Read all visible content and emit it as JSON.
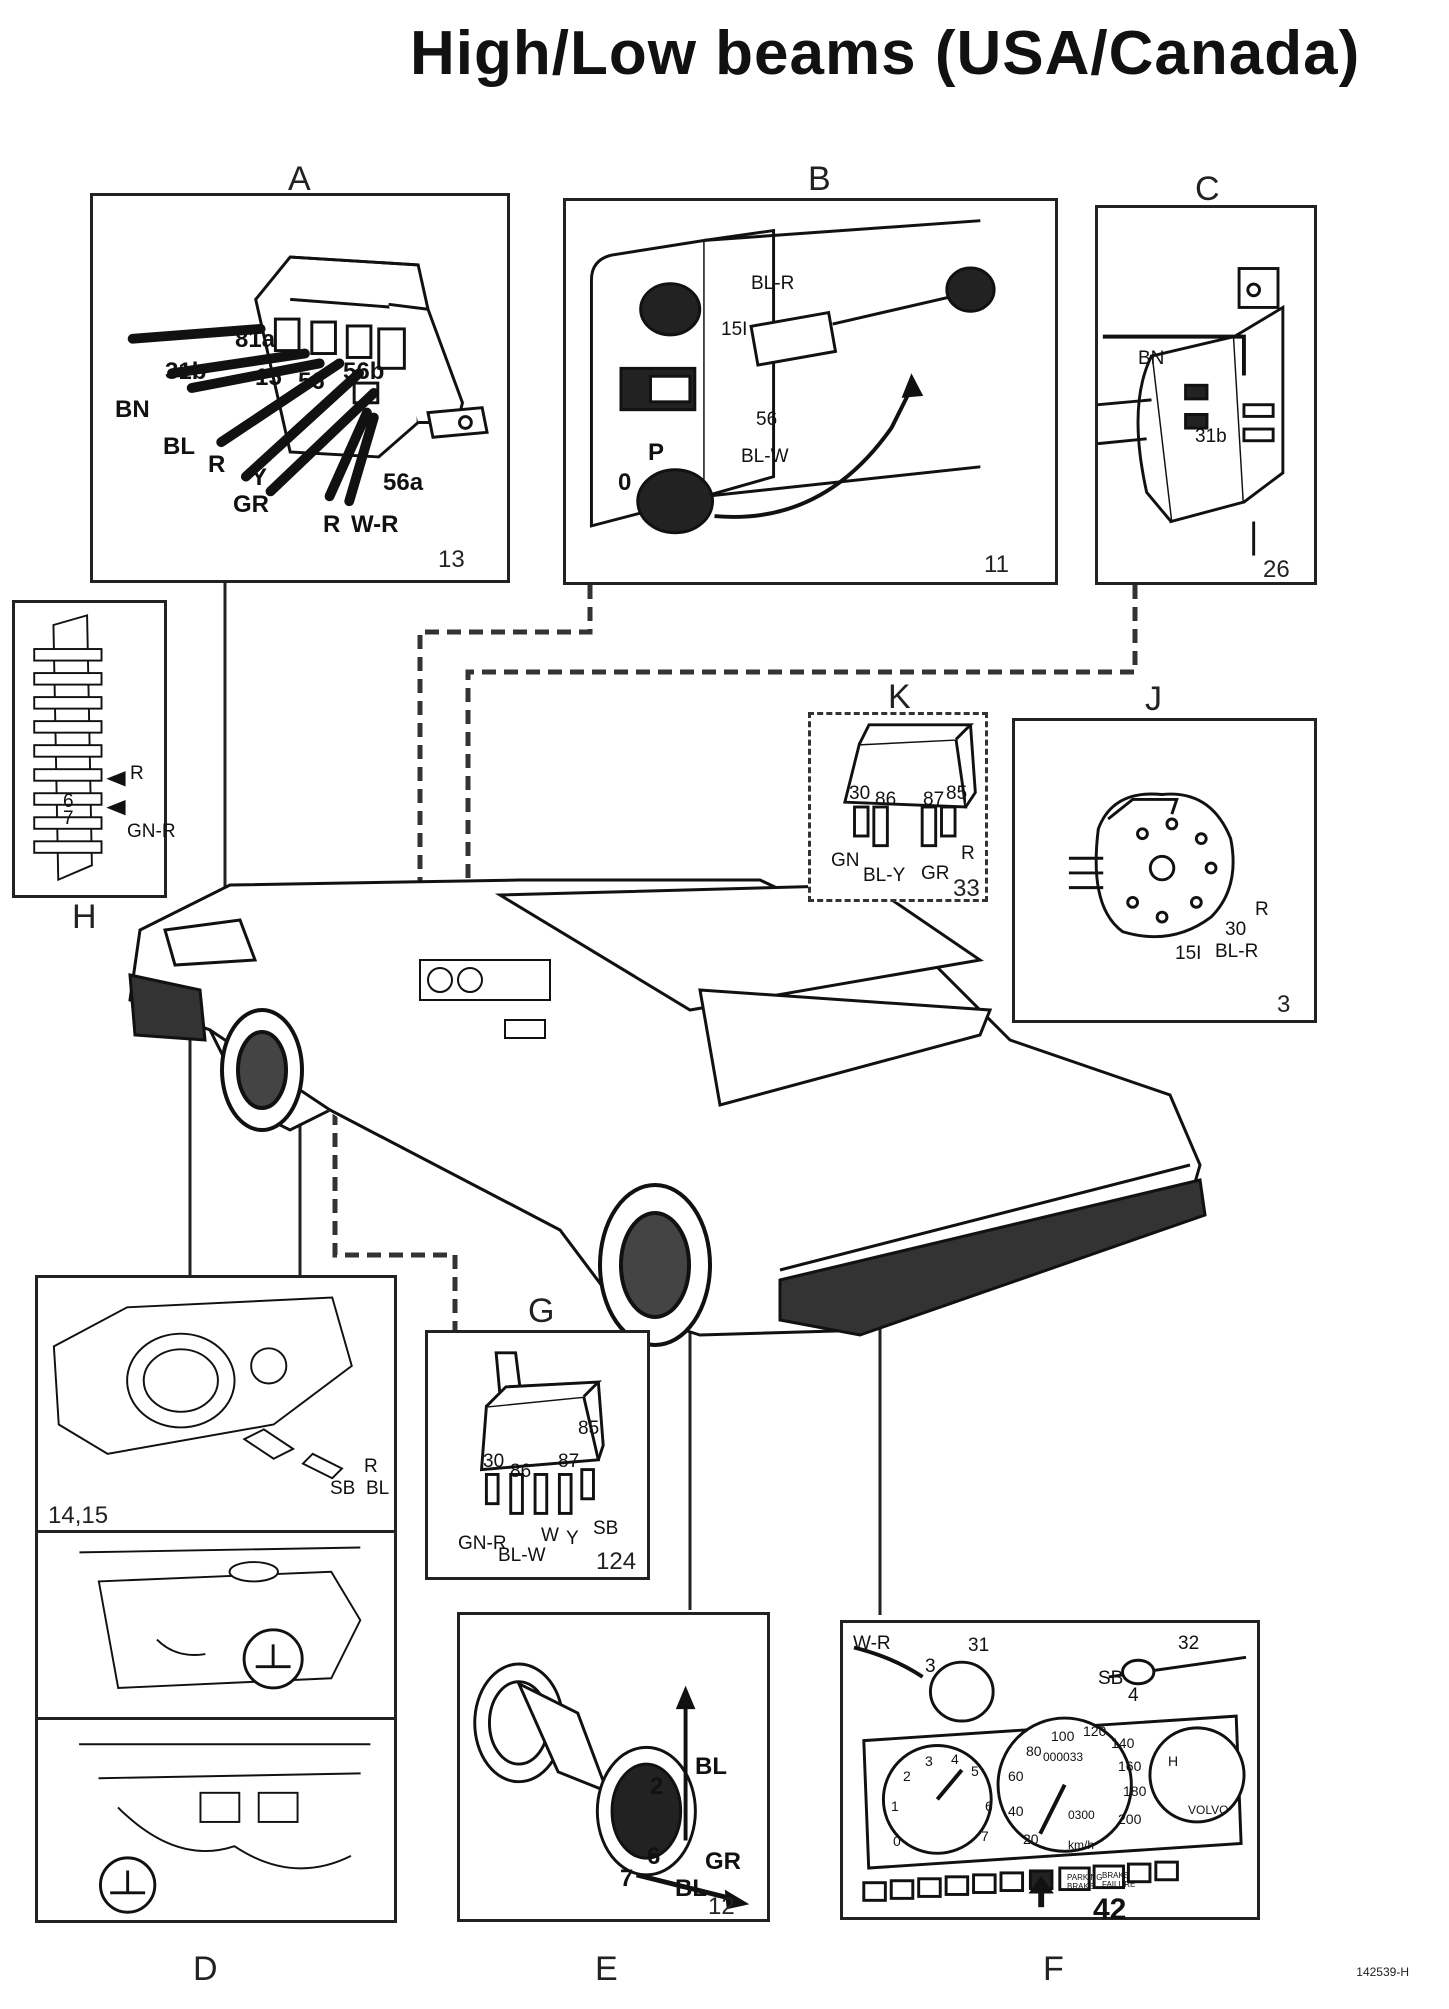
{
  "title": "High/Low beams (USA/Canada)",
  "reference": "142539-H",
  "panels": {
    "A": {
      "letter": "A",
      "number": "13",
      "labels": [
        "81a",
        "31b",
        "15",
        "56",
        "56b",
        "BN",
        "BL",
        "R",
        "Y",
        "GR",
        "56a",
        "R",
        "W-R"
      ]
    },
    "B": {
      "letter": "B",
      "number": "11",
      "labels": [
        "BL-R",
        "15I",
        "56",
        "BL-W",
        "P",
        "0"
      ]
    },
    "C": {
      "letter": "C",
      "number": "26",
      "labels": [
        "BN",
        "31b"
      ]
    },
    "H": {
      "letter": "H",
      "labels": [
        "6",
        "7",
        "R",
        "GN-R"
      ]
    },
    "K": {
      "letter": "K",
      "number": "33",
      "labels": [
        "30",
        "86",
        "87",
        "85",
        "GN",
        "BL-Y",
        "GR",
        "R"
      ]
    },
    "J": {
      "letter": "J",
      "number": "3",
      "labels": [
        "R",
        "30",
        "15I",
        "BL-R"
      ]
    },
    "G": {
      "letter": "G",
      "number": "124",
      "labels": [
        "85",
        "30",
        "86",
        "87",
        "GN-R",
        "BL-W",
        "W",
        "Y",
        "SB"
      ]
    },
    "D": {
      "letter": "D",
      "number": "14,15",
      "labels": [
        "R",
        "SB",
        "BL"
      ]
    },
    "E": {
      "letter": "E",
      "number": "12",
      "labels": [
        "BL",
        "2",
        "6",
        "7",
        "GR",
        "BL"
      ]
    },
    "F": {
      "letter": "F",
      "number": "42",
      "labels": [
        "W-R",
        "3",
        "31",
        "SB",
        "4",
        "32"
      ],
      "gauge_labels": [
        "100",
        "120",
        "80",
        "140",
        "60",
        "160",
        "40",
        "180",
        "20",
        "200",
        "km/h",
        "0",
        "7",
        "1",
        "6",
        "2",
        "3",
        "4",
        "5",
        "H",
        "VOLVO",
        "000033",
        "0300"
      ],
      "warnings": [
        "PARKING BRAKE",
        "BRAKE FAILURE"
      ]
    }
  }
}
